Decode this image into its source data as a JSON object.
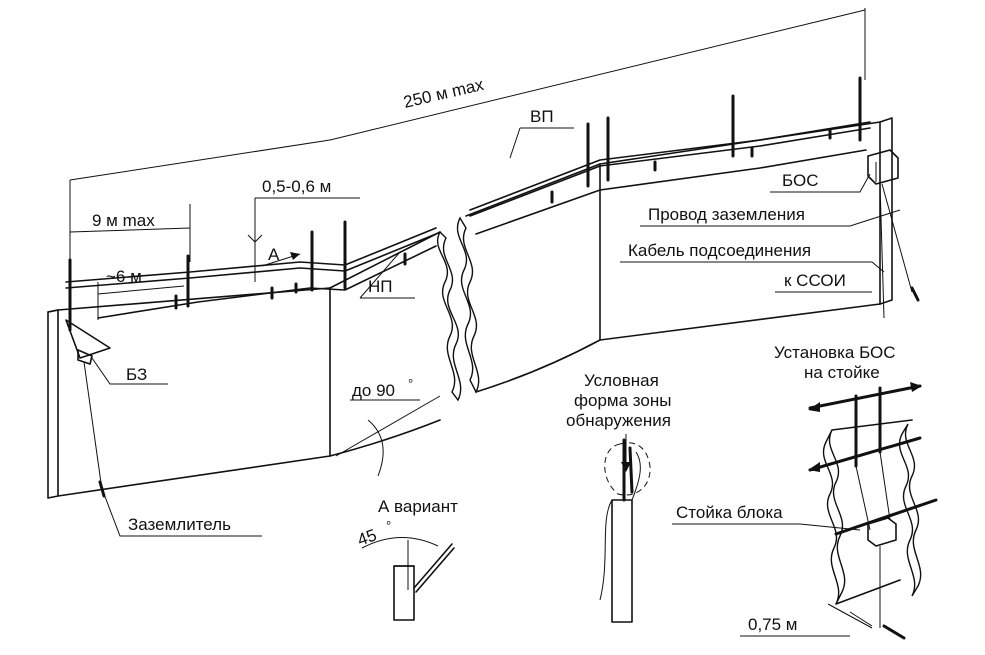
{
  "labels": {
    "length_250": "250 м max",
    "length_9": "9 м max",
    "length_6": "~6 м",
    "height_05": "0,5-0,6  м",
    "mark_a": "А",
    "vp": "ВП",
    "np": "НП",
    "bos": "БОС",
    "ground_wire": "Провод заземления",
    "cable_line1": "Кабель подсоединения",
    "cable_line2": "к ССОИ",
    "bz": "БЗ",
    "angle_90": "до 90",
    "grounder": "Заземлитель",
    "variant_a": "А вариант",
    "angle_45": "45",
    "zone_line1": "Условная",
    "zone_line2": "форма зоны",
    "zone_line3": "обнаружения",
    "install_line1": "Установка БОС",
    "install_line2": "на стойке",
    "post": "Стойка блока",
    "dist_075": "0,75  м",
    "degree": "°"
  },
  "colors": {
    "ink": "#111111",
    "paper": "#ffffff"
  }
}
